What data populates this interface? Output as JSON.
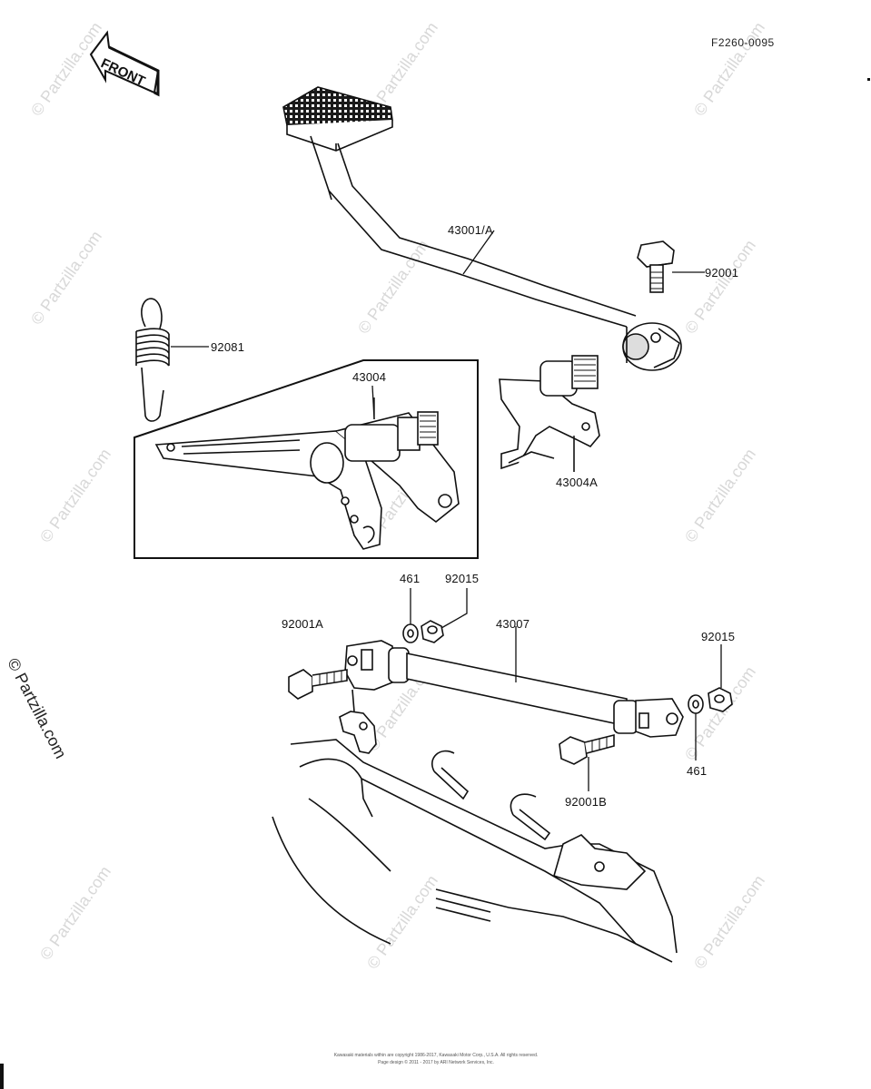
{
  "diagram": {
    "code": "F2260-0095",
    "front_label": "FRONT",
    "watermark": "© Partzilla.com",
    "copyright_lines": [
      "Kawasaki materials within are copyright 1986-2017, Kawasaki Motor Corp., U.S.A. All rights reserved.",
      "Page design © 2011 - 2017 by ARI Network Services, Inc."
    ],
    "parts": [
      {
        "id": "43001A",
        "label": "43001/A"
      },
      {
        "id": "92001",
        "label": "92001"
      },
      {
        "id": "92081",
        "label": "92081"
      },
      {
        "id": "43004",
        "label": "43004"
      },
      {
        "id": "43004A",
        "label": "43004A"
      },
      {
        "id": "461a",
        "label": "461"
      },
      {
        "id": "92015a",
        "label": "92015"
      },
      {
        "id": "92001A",
        "label": "92001A"
      },
      {
        "id": "43007",
        "label": "43007"
      },
      {
        "id": "92015b",
        "label": "92015"
      },
      {
        "id": "461b",
        "label": "461"
      },
      {
        "id": "92001B",
        "label": "92001B"
      }
    ]
  }
}
